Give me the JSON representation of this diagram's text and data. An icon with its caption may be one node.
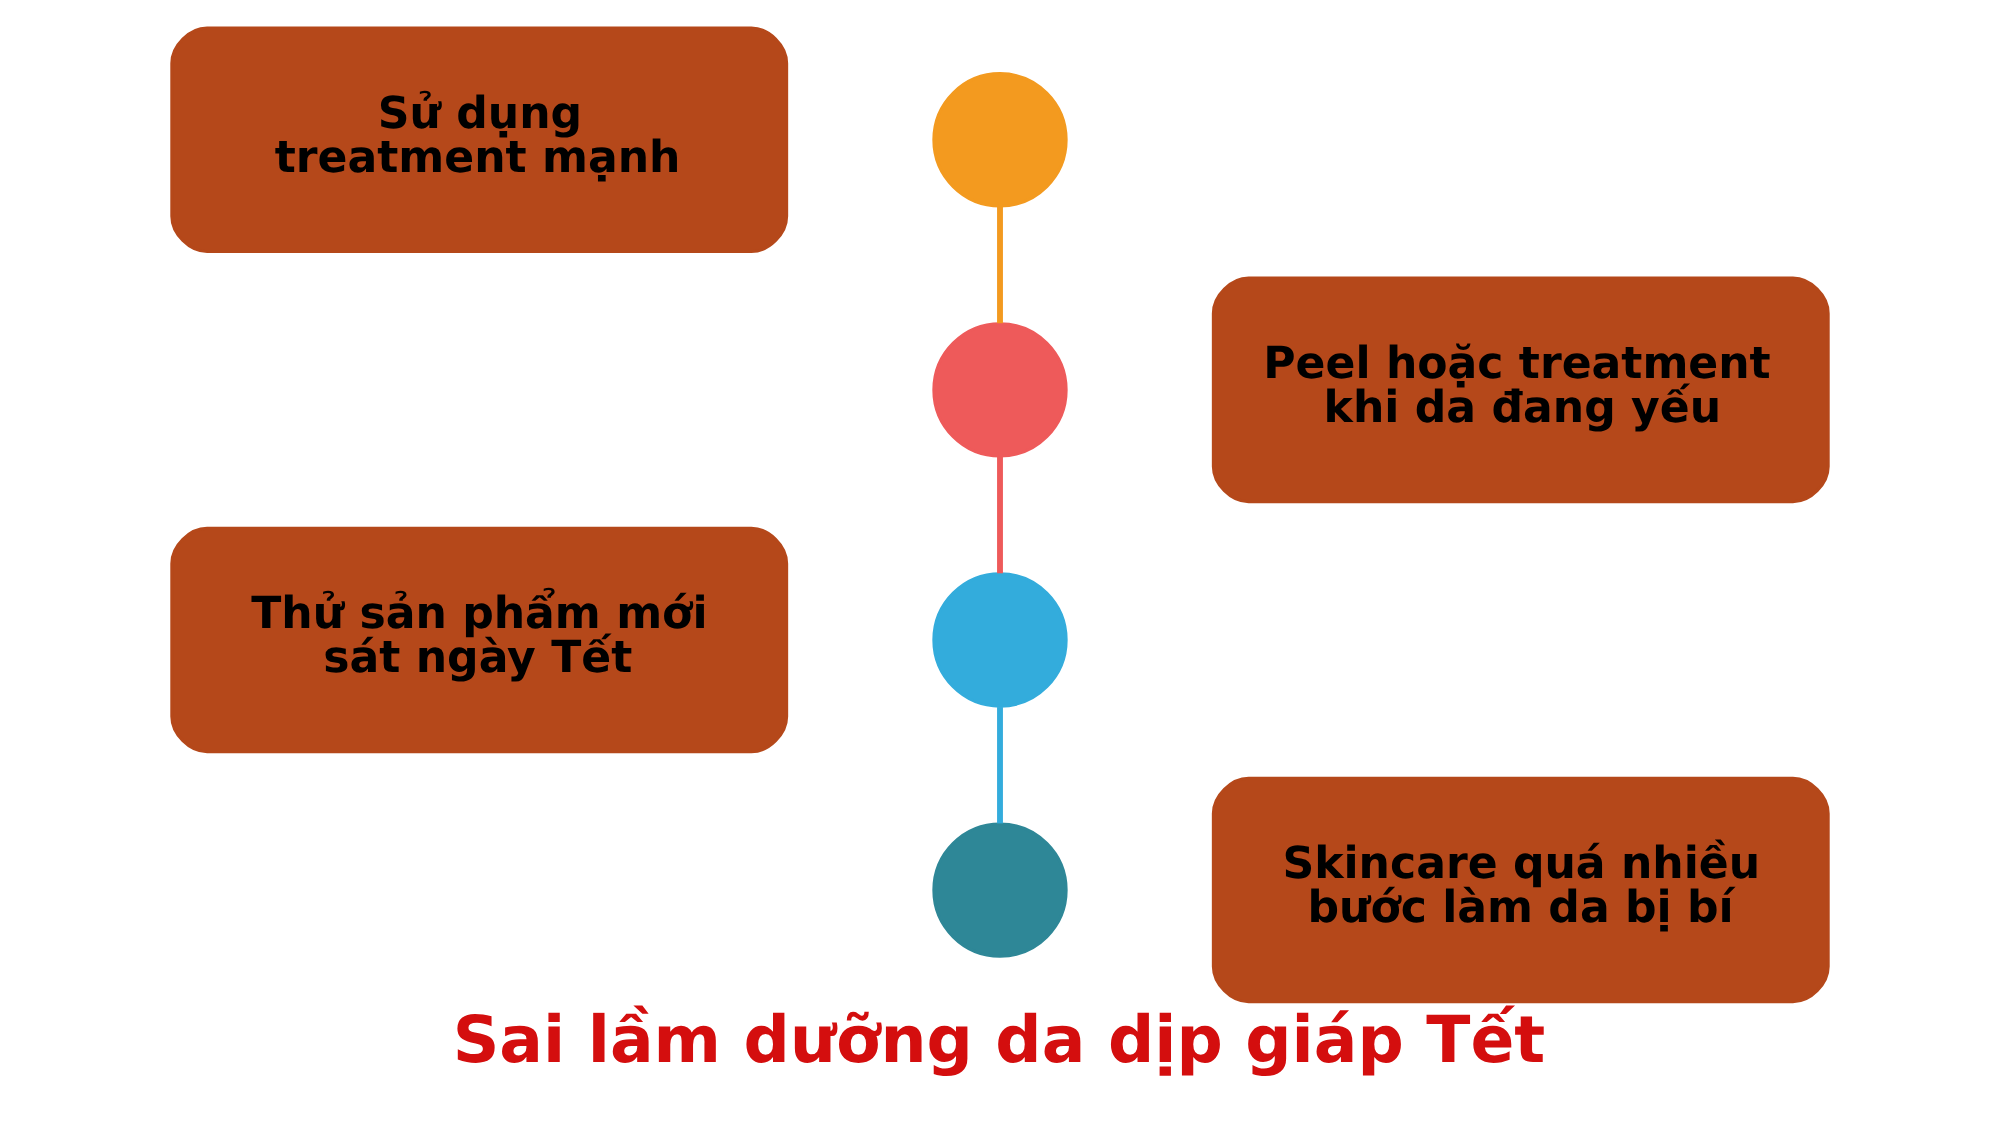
{
  "diagram": {
    "title": "Sai lầm dưỡng da dịp giáp Tết",
    "nodes": [
      {
        "text": [
          "Sử dụng treatment mạnh"
        ]
      },
      {
        "text": [],
        "shape": "circle"
      },
      {
        "text": [
          "Peel hoặc treatment khi da đang yếu"
        ]
      },
      {
        "text": [],
        "shape": "circle"
      },
      {
        "text": [
          "Thử sản phẩm mới sát ngày Tết"
        ]
      },
      {
        "text": [],
        "shape": "circle"
      },
      {
        "text": [
          "Skincare quá nhiều bước làm da bị bí"
        ]
      },
      {
        "text": [],
        "shape": "circle"
      }
    ],
    "edges": [
      {
        "from": 1,
        "to": 3,
        "arrow": "none",
        "color": "#f39a1f"
      },
      {
        "from": 3,
        "to": 5,
        "arrow": "none",
        "color": "#ee5a5a"
      },
      {
        "from": 5,
        "to": 7,
        "arrow": "none",
        "color": "#33acdc"
      }
    ]
  }
}
